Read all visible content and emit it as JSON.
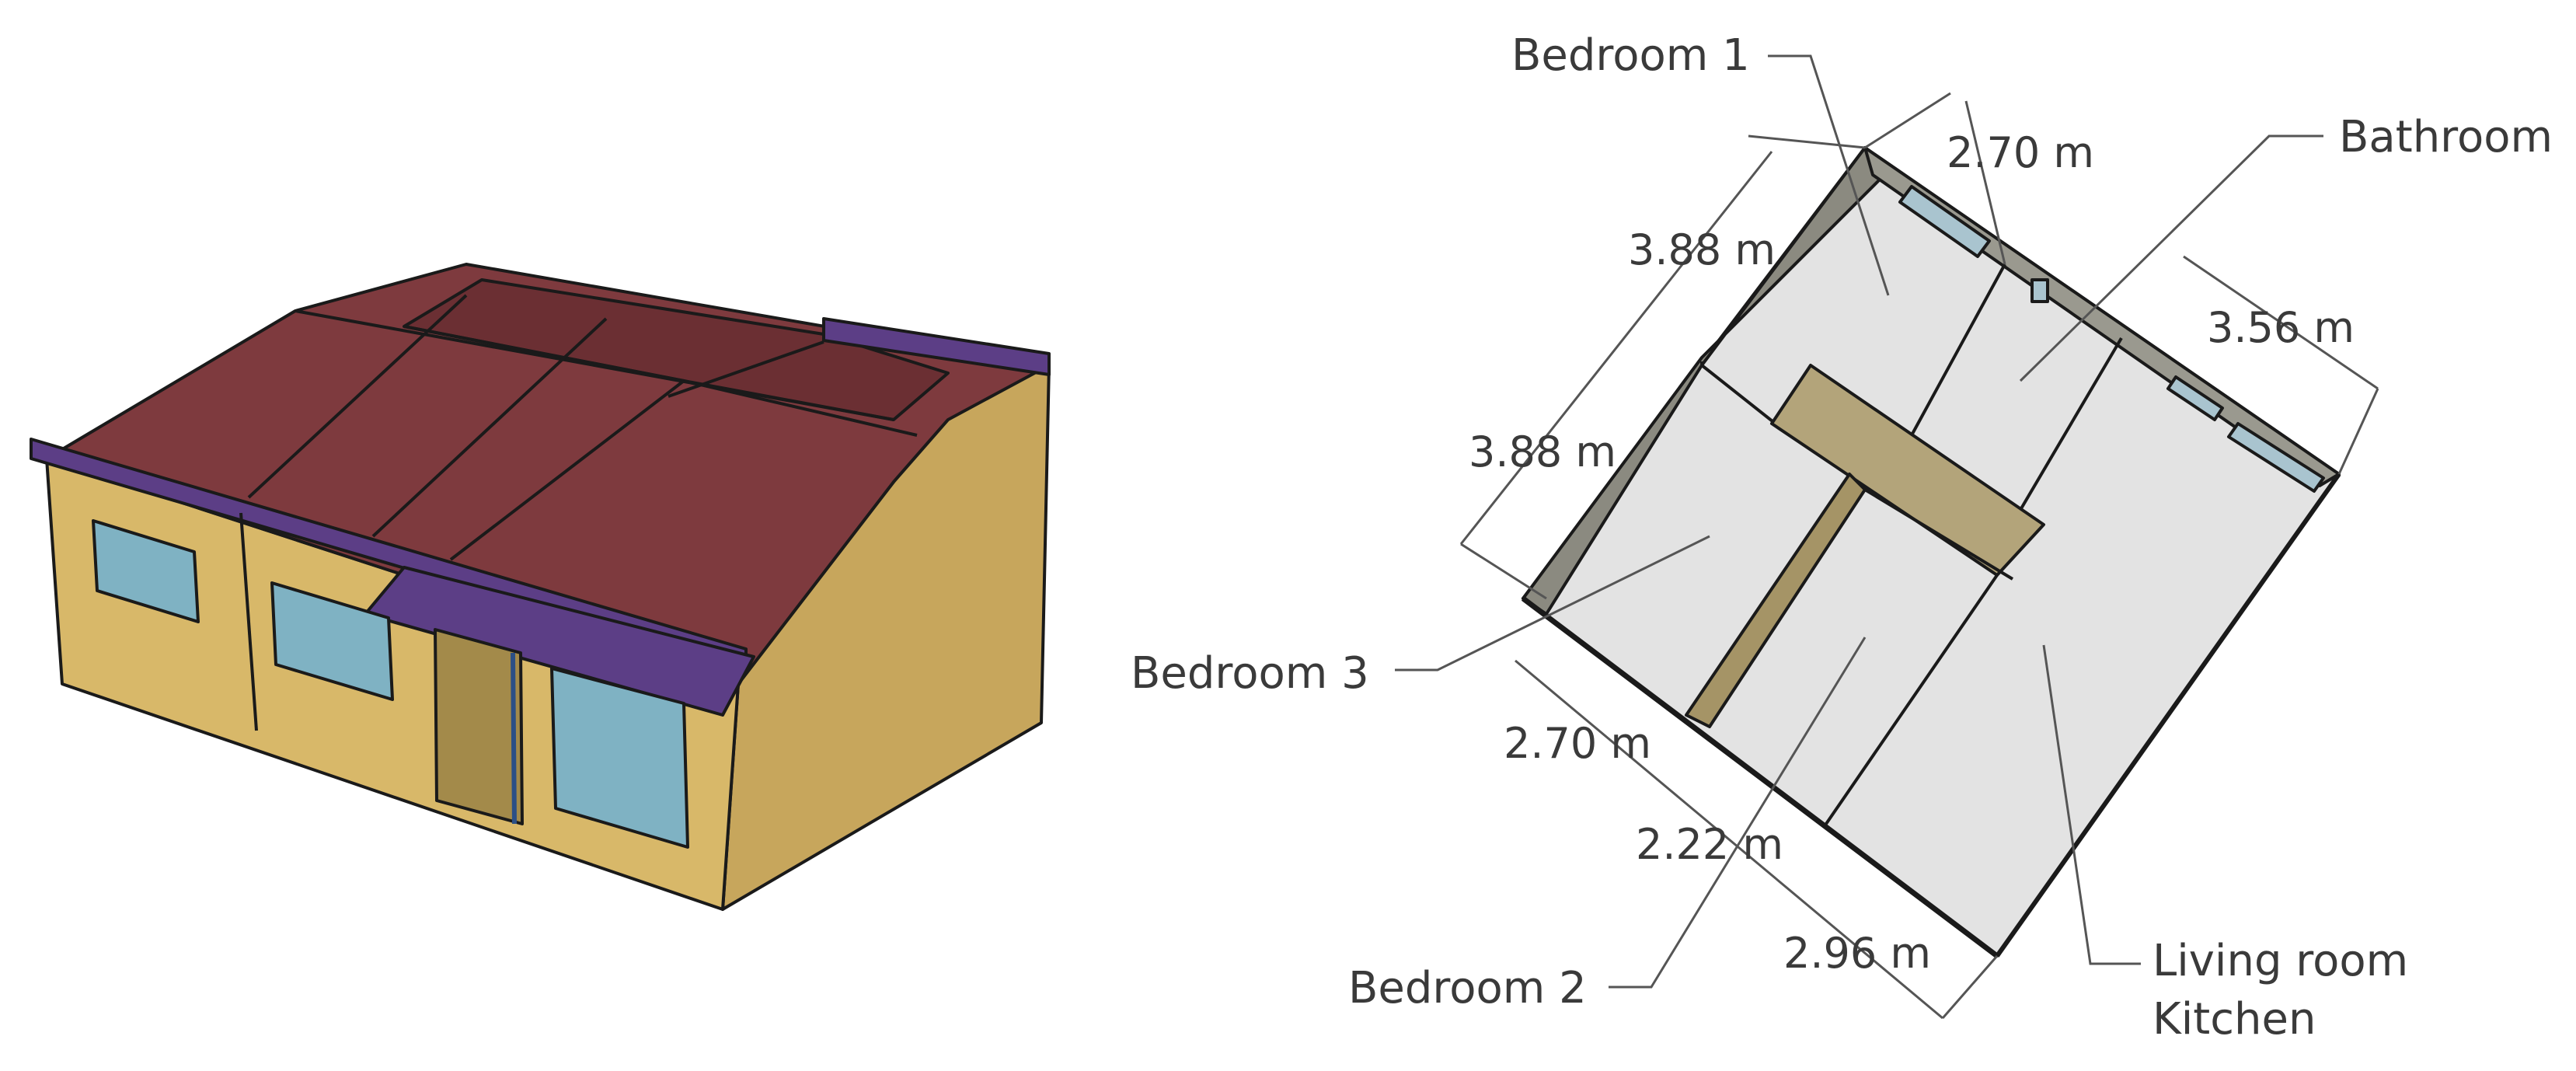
{
  "rooms": {
    "bedroom1": "Bedroom 1",
    "bathroom": "Bathroom",
    "bedroom3": "Bedroom 3",
    "bedroom2": "Bedroom 2",
    "living_room": "Living room",
    "kitchen": "Kitchen"
  },
  "dimensions": {
    "top_width": "2.70 m",
    "left_upper": "3.88 m",
    "right_width": "3.56 m",
    "left_lower": "3.88 m",
    "bottom_a": "2.70 m",
    "bottom_b": "2.22 m",
    "bottom_c": "2.96 m"
  },
  "colors": {
    "roof": "#7e3a3e",
    "roof_dark": "#6b2f33",
    "wall": "#d8b869",
    "wall_side": "#c7a65c",
    "gutter": "#5c3e86",
    "glass": "#7fb2c3",
    "floor": "#e3e3e3",
    "inner_wall": "#8b8a80"
  }
}
